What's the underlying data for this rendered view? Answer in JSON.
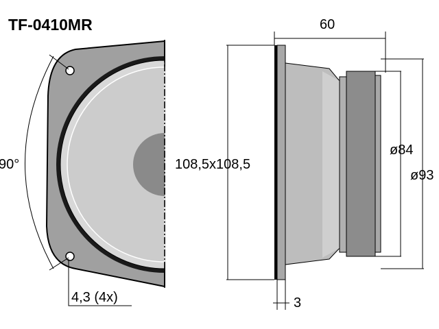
{
  "title": "TF-0410MR",
  "dimensions": {
    "mounting_angle": "90°",
    "hole_diameter": "4,3 (4x)",
    "frame_size": "108,5x108,5",
    "depth": "60",
    "magnet_diameter": "ø84",
    "outer_diameter": "ø93",
    "flange_thickness": "3"
  },
  "colors": {
    "frame": "#a0a0a0",
    "cone": "#d0d0d0",
    "dust_cap": "#8a8a8a",
    "outline": "#000000"
  }
}
